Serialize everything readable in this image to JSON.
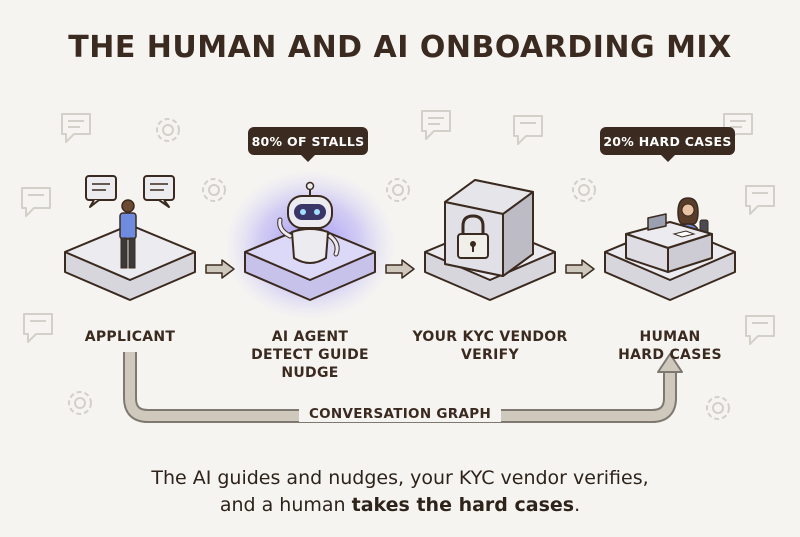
{
  "title": "THE HUMAN AND AI ONBOARDING MIX",
  "stages": [
    {
      "label_lines": [
        "APPLICANT"
      ],
      "icon": "applicant-person-icon"
    },
    {
      "label_lines": [
        "AI AGENT",
        "DETECT GUIDE",
        "NUDGE"
      ],
      "icon": "robot-icon",
      "badge": "80% OF STALLS"
    },
    {
      "label_lines": [
        "YOUR KYC VENDOR",
        "VERIFY"
      ],
      "icon": "lock-vault-icon"
    },
    {
      "label_lines": [
        "HUMAN",
        "HARD CASES"
      ],
      "icon": "human-agent-desk-icon",
      "badge": "20% HARD CASES"
    }
  ],
  "loop_label": "CONVERSATION GRAPH",
  "caption": {
    "line1": "The AI guides and nudges, your KYC vendor verifies,",
    "line2_prefix": "and a human ",
    "line2_bold": "takes the hard cases",
    "line2_suffix": "."
  },
  "colors": {
    "text": "#3b2a1f",
    "background": "#f5f4f1",
    "platform": "#e9e8ee",
    "glow": "#7b6cf0",
    "loop": "#cbc3b6"
  }
}
